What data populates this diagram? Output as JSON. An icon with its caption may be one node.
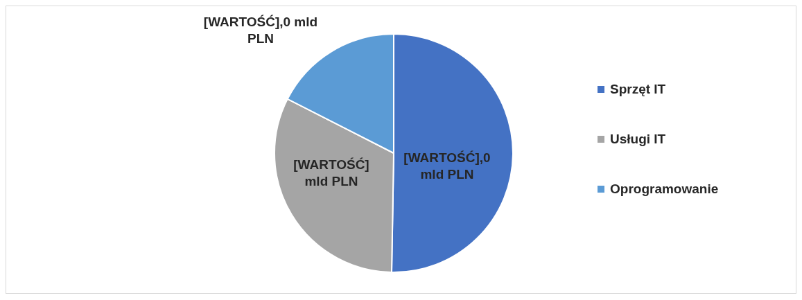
{
  "diagram": {
    "labels": [
      "[WARTOŚĆ],0 mld PLN",
      "[WARTOŚĆ] mld PLN",
      "[WARTOŚĆ],0 mld PLN"
    ],
    "legend": [
      {
        "text": "Sprzęt IT",
        "color": "#4472c4"
      },
      {
        "text": "Usługi IT",
        "color": "#a5a5a5"
      },
      {
        "text": "Oprogramowanie",
        "color": "#5b9bd5"
      }
    ]
  }
}
